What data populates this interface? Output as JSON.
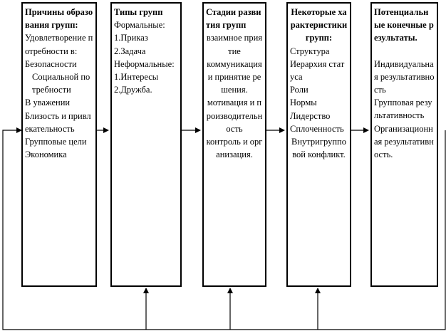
{
  "colors": {
    "line": "#000000",
    "box_border": "#000000",
    "background": "#ffffff"
  },
  "boxes": [
    {
      "id": "reasons",
      "title": "Причины образования групп:",
      "lines": [
        "Удовлетворение потребности в:",
        "Безопасности",
        "Социальной потребности",
        "В уважении",
        "Близость и привлекательность",
        "Групповые цели",
        "Экономика"
      ]
    },
    {
      "id": "types",
      "title": "Типы групп",
      "lines": [
        "Формальные:",
        "1.Приказ",
        "2.Задача",
        "Неформальные:",
        "1.Интересы",
        "2.Дружба."
      ]
    },
    {
      "id": "stages",
      "title": "Стадии развития групп",
      "lines": [
        "взаимное приятие",
        "коммуникация и принятие решения.",
        "мотивация и производительность",
        "контроль и организация."
      ]
    },
    {
      "id": "characteristics",
      "title": "Некоторые характеристики групп:",
      "lines": [
        "Структура",
        "Иерархия статуса",
        "Роли",
        "Нормы",
        "Лидерство",
        "Сплоченность",
        "Внутригрупповой конфликт."
      ]
    },
    {
      "id": "results",
      "title": "Потенциальные конечные результаты.",
      "lines": [
        "Индивидуальная результативность",
        "Групповая результативность",
        "Организационная результативность."
      ]
    }
  ]
}
